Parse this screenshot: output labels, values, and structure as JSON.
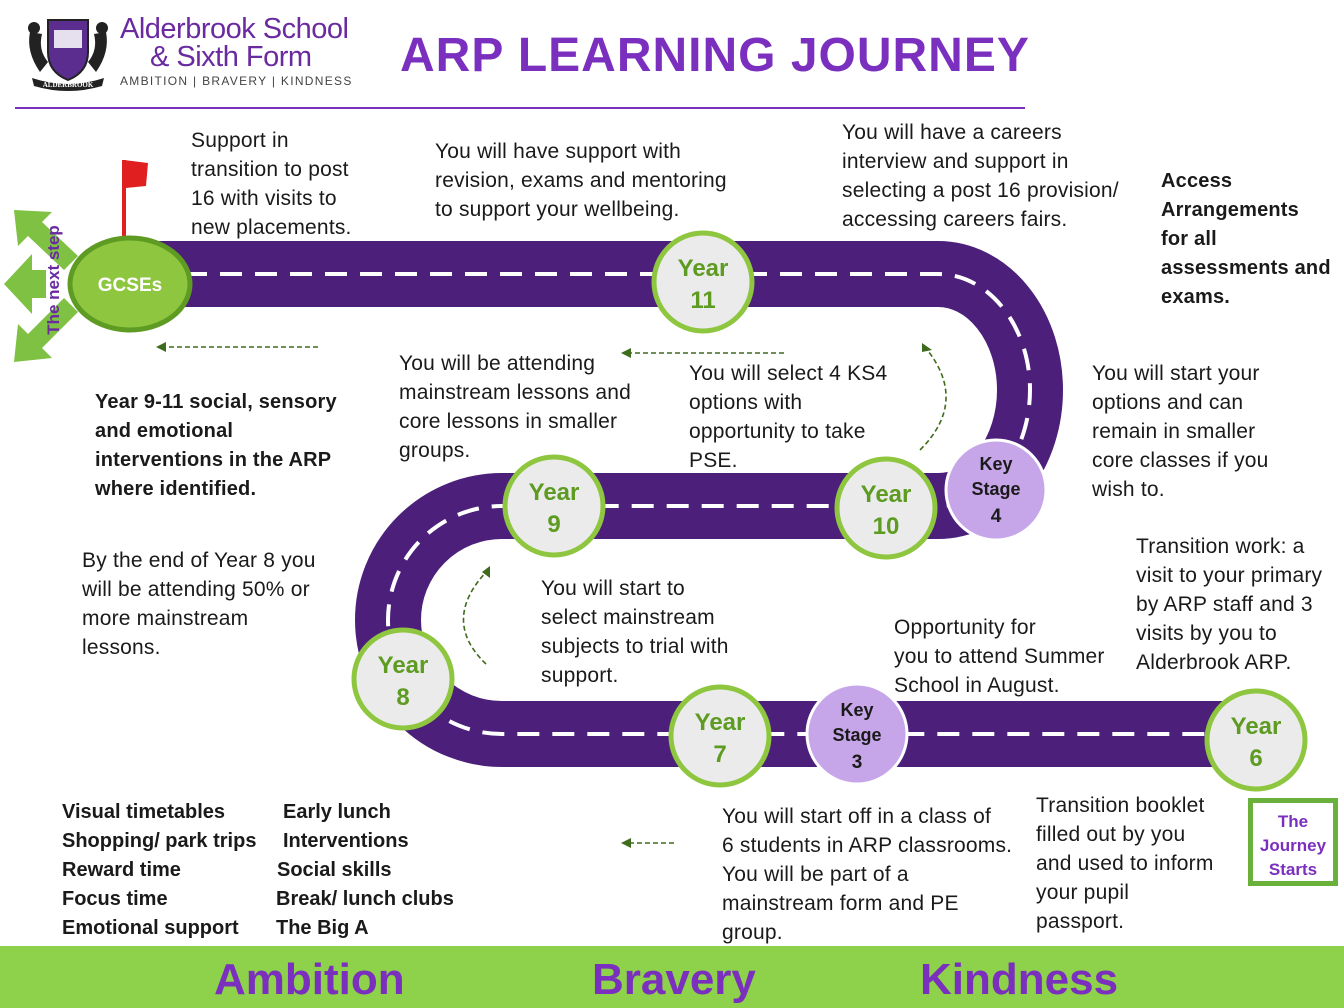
{
  "header": {
    "school_line1": "Alderbrook School",
    "school_line2": "& Sixth Form",
    "values_line": "AMBITION | BRAVERY | KINDNESS",
    "crest_label": "ALDERBROOK",
    "title": "ARP LEARNING JOURNEY"
  },
  "colors": {
    "road": "#4b1f7a",
    "road_marking": "#ffffff",
    "node_fill": "#ebebeb",
    "node_border": "#8ec63f",
    "key_stage_fill": "#c6a6e8",
    "key_stage_border": "#ffffff",
    "title_purple": "#7b2fbe",
    "footer_green": "#8ed14a",
    "flag_red": "#e02020",
    "arrow_green": "#7ec143",
    "dashed_arrow": "#3f6b1c"
  },
  "icons": [
    "flag-icon",
    "next-step-arrows-icon",
    "dashed-arrow-icon",
    "crest-icon"
  ],
  "nodes": {
    "gcse": "GCSEs",
    "year11": [
      "Year",
      "11"
    ],
    "year10": [
      "Year",
      "10"
    ],
    "year9": [
      "Year",
      "9"
    ],
    "year8": [
      "Year",
      "8"
    ],
    "year7": [
      "Year",
      "7"
    ],
    "year6": [
      "Year",
      "6"
    ],
    "ks4": [
      "Key",
      "Stage",
      "4"
    ],
    "ks3": [
      "Key",
      "Stage",
      "3"
    ]
  },
  "next_step_label": "The next step",
  "texts": {
    "support_transition": "Support in\ntransition to post\n16 with visits to\nnew placements.",
    "revision_support": "You will have support with\nrevision, exams and mentoring\nto support your wellbeing.",
    "careers": "You will have a careers\ninterview and support in\nselecting a post 16 provision/\naccessing careers fairs.",
    "access_arrangements": "Access\nArrangements\nfor all\nassessments and\nexams.",
    "interventions_9_11": "Year 9-11 social, sensory\nand emotional\ninterventions in the ARP\nwhere identified.",
    "mainstream_core": "You will be attending\nmainstream lessons and\ncore lessons in smaller\ngroups.",
    "ks4_options": "You will select 4 KS4\noptions with\nopportunity to take\nPSE.",
    "start_options": "You will start your\noptions and can\nremain in smaller\ncore classes if you\nwish to.",
    "end_year8": "By the end of Year 8 you\nwill be attending 50% or\nmore mainstream\nlessons.",
    "select_mainstream": "You will start to\nselect mainstream\nsubjects to trial with\nsupport.",
    "summer_school": "Opportunity for\nyou to attend Summer\nSchool in August.",
    "transition_work": "Transition work: a\nvisit to your primary\nby ARP staff and 3\nvisits by you to\nAlderbrook ARP.",
    "class_of_6": "You will start off in a class of\n6 students in ARP classrooms.\nYou will be part of a\nmainstream form and PE\ngroup.",
    "transition_booklet": "Transition booklet\nfilled out by you\nand used to inform\nyour  pupil\npassport."
  },
  "features_left": [
    "Visual timetables",
    "Shopping/ park trips",
    "Reward time",
    "Focus time",
    "Emotional support"
  ],
  "features_right": [
    "Early lunch",
    "Interventions",
    "Social skills",
    "Break/ lunch clubs",
    "The Big A"
  ],
  "journey_starts": "The\nJourney\nStarts",
  "footer": [
    "Ambition",
    "Bravery",
    "Kindness"
  ]
}
